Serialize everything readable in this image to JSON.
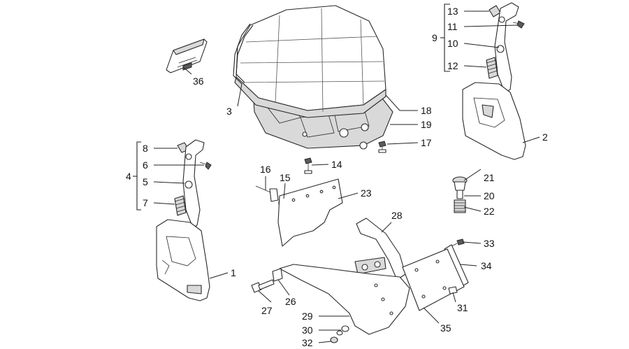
{
  "callouts": {
    "c1": "1",
    "c2": "2",
    "c3": "3",
    "c4": "4",
    "c5": "5",
    "c6": "6",
    "c7": "7",
    "c8": "8",
    "c9": "9",
    "c10": "10",
    "c11": "11",
    "c12": "12",
    "c13": "13",
    "c14": "14",
    "c15": "15",
    "c16": "16",
    "c17": "17",
    "c18": "18",
    "c19": "19",
    "c20": "20",
    "c21": "21",
    "c22": "22",
    "c23": "23",
    "c24": "",
    "c25": "",
    "c26": "26",
    "c27": "27",
    "c28": "28",
    "c29": "29",
    "c30": "30",
    "c31": "31",
    "c32": "32",
    "c33": "33",
    "c34": "34",
    "c35": "35",
    "c36": "36"
  }
}
